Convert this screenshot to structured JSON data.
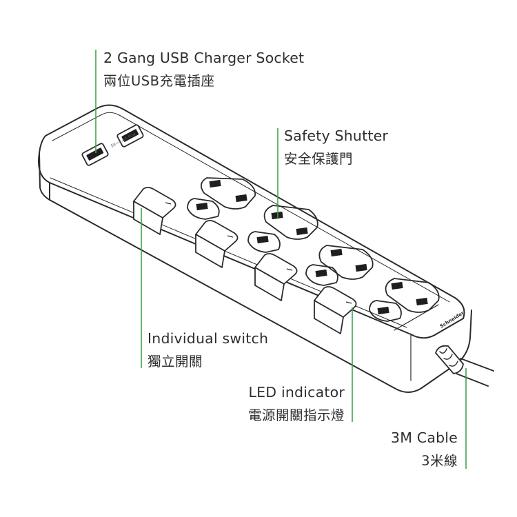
{
  "callouts": {
    "usb": {
      "en": "2 Gang USB Charger Socket",
      "zh": "兩位USB充電插座"
    },
    "shutter": {
      "en": "Safety Shutter",
      "zh": "安全保護門"
    },
    "switch": {
      "en": "Individual switch",
      "zh": "獨立開關"
    },
    "led": {
      "en": "LED indicator",
      "zh": "電源開關指示燈"
    },
    "cable": {
      "en": "3M Cable",
      "zh": "3米線"
    }
  },
  "product": {
    "brand_mark": "Schneider",
    "usb_rating": "5V⎓2.4A Max"
  },
  "colors": {
    "leader_line": "#3fa34d",
    "outline": "#2a2a2a",
    "slot": "#1e1e1e",
    "text": "#2e2e2e"
  }
}
